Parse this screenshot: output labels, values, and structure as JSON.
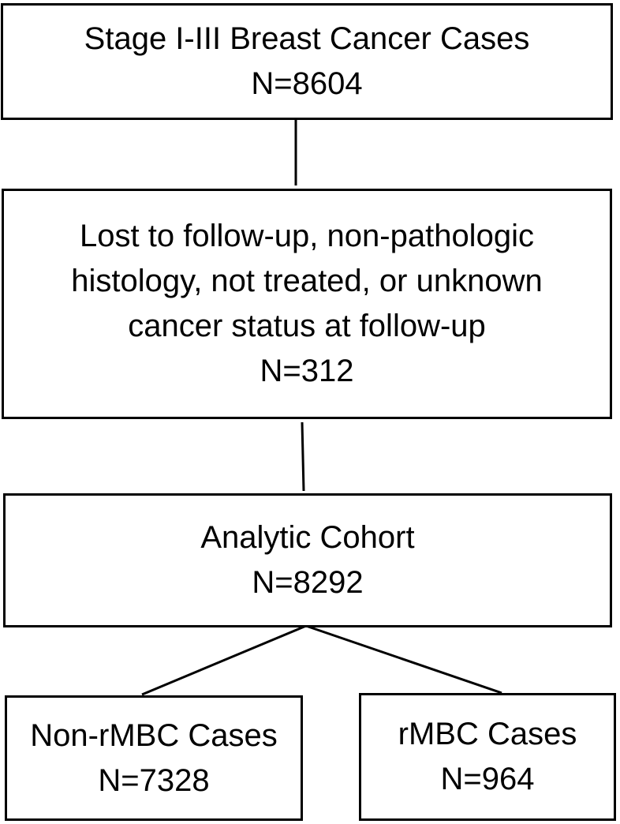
{
  "boxes": {
    "initial": {
      "title": "Stage I-III Breast Cancer Cases",
      "count": "N=8604"
    },
    "excluded": {
      "line1": "Lost to follow-up, non-pathologic",
      "line2": "histology, not treated, or unknown",
      "line3": "cancer status at follow-up",
      "count": "N=312"
    },
    "analytic": {
      "title": "Analytic Cohort",
      "count": "N=8292"
    },
    "non_rmbc": {
      "title": "Non-rMBC Cases",
      "count": "N=7328"
    },
    "rmbc": {
      "title": "rMBC Cases",
      "count": "N=964"
    }
  }
}
